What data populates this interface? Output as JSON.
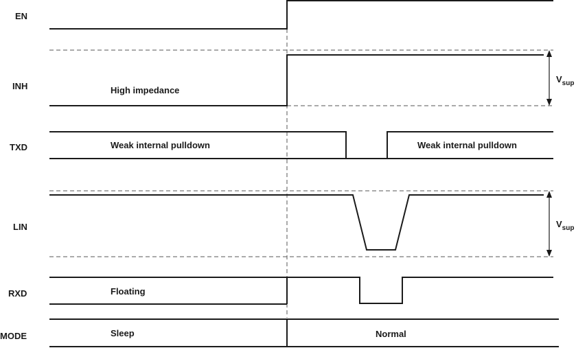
{
  "signals": {
    "en": "EN",
    "inh": "INH",
    "txd": "TXD",
    "lin": "LIN",
    "rxd": "RXD",
    "mode": "MODE"
  },
  "annotations": {
    "inh_state": "High impedance",
    "txd_left": "Weak internal pulldown",
    "txd_right": "Weak internal pulldown",
    "rxd_state": "Floating",
    "mode_left": "Sleep",
    "mode_right": "Normal"
  },
  "vsup": {
    "main": "V",
    "subscript": "sup"
  }
}
